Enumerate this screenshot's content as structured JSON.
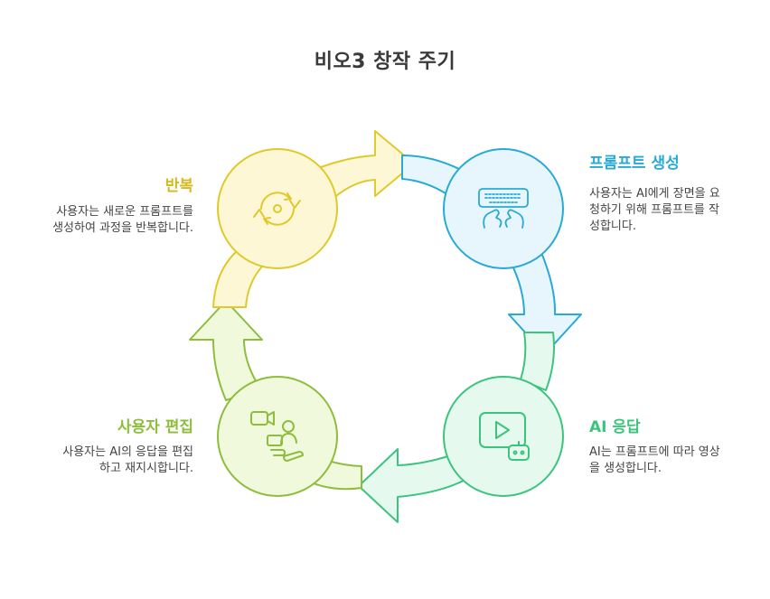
{
  "title": "비오3 창작 주기",
  "stages": [
    {
      "id": "prompt",
      "title": "프롬프트 생성",
      "description_lines": [
        "사용자는 AI에게 장면을 요",
        "청하기 위해 프롬프트를 작",
        "성합니다."
      ],
      "color": "#29a9d6",
      "fill": "#e6f6fc",
      "icon": "keyboard-typing-hands-icon"
    },
    {
      "id": "ai-response",
      "title": "AI 응답",
      "description_lines": [
        "AI는 프롬프트에 따라 영상",
        "을 생성합니다."
      ],
      "color": "#3cc47f",
      "fill": "#e5f9ee",
      "icon": "video-robot-icon"
    },
    {
      "id": "user-edit",
      "title": "사용자 편집",
      "description_lines": [
        "사용자는 AI의 응답을 편집",
        "하고 재지시합니다."
      ],
      "color": "#8ebd3c",
      "fill": "#f1f9dd",
      "icon": "video-user-editing-icon"
    },
    {
      "id": "repeat",
      "title": "반복",
      "description_lines": [
        "사용자는 새로운 프롬프트를",
        "생성하여 과정을 반복합니다."
      ],
      "color": "#e0c92b",
      "fill": "#fdf7d6",
      "icon": "repeat-cycle-icon"
    }
  ]
}
